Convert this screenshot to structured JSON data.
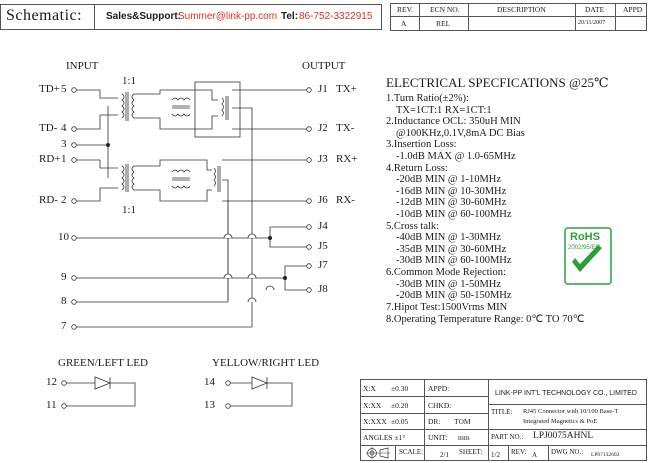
{
  "header": {
    "schematic_label": "Schematic:",
    "support_label": "Sales&Support:",
    "support_email": "Summer@link-pp.com",
    "tel_label": "Tel:",
    "tel_number": "86-752-3322915",
    "colors": {
      "email": "#e0301e",
      "tel": "#e0301e"
    }
  },
  "revision_table": {
    "headers": [
      "REV.",
      "ECN NO.",
      "DESCRIPTION",
      "DATE",
      "APPD"
    ],
    "row": [
      "A",
      "REL",
      "",
      "20/11/2007",
      ""
    ]
  },
  "schematic": {
    "input_label": "INPUT",
    "output_label": "OUTPUT",
    "ratio_top": "1:1",
    "ratio_bottom": "1:1",
    "left_pins": [
      {
        "name": "TD+",
        "num": "5"
      },
      {
        "name": "TD-",
        "num": "4"
      },
      {
        "name": "",
        "num": "3"
      },
      {
        "name": "RD+",
        "num": "1"
      },
      {
        "name": "RD-",
        "num": "2"
      },
      {
        "name": "",
        "num": "10"
      },
      {
        "name": "",
        "num": "9"
      },
      {
        "name": "",
        "num": "8"
      },
      {
        "name": "",
        "num": "7"
      }
    ],
    "right_pins": [
      {
        "name": "J1",
        "signal": "TX+"
      },
      {
        "name": "J2",
        "signal": "TX-"
      },
      {
        "name": "J3",
        "signal": "RX+"
      },
      {
        "name": "J6",
        "signal": "RX-"
      },
      {
        "name": "J4",
        "signal": ""
      },
      {
        "name": "J5",
        "signal": ""
      },
      {
        "name": "J7",
        "signal": ""
      },
      {
        "name": "J8",
        "signal": ""
      }
    ]
  },
  "leds": {
    "green_label": "GREEN/LEFT LED",
    "yellow_label": "YELLOW/RIGHT LED",
    "green_pins": [
      "12",
      "11"
    ],
    "yellow_pins": [
      "14",
      "13"
    ]
  },
  "specs": {
    "title": "ELECTRICAL SPECFICATIONS @25℃",
    "lines": [
      "1.Turn Ratio(±2%):",
      "  TX=1CT:1        RX=1CT:1",
      "2.Inductance OCL: 350uH MIN",
      "  @100KHz,0.1V,8mA DC Bias",
      "3.Insertion Loss:",
      "  -1.0dB MAX @ 1.0-65MHz",
      "4.Return Loss:",
      "  -20dB MIN @ 1-10MHz",
      "  -16dB MIN @ 10-30MHz",
      "  -12dB MIN @ 30-60MHz",
      "  -10dB MIN @ 60-100MHz",
      "5.Cross talk:",
      "  -40dB MIN @ 1-30MHz",
      "  -35dB MIN @ 30-60MHz",
      "  -30dB MIN @ 60-100MHz",
      "6.Common Mode Rejection:",
      "  -30dB MIN @ 1-50MHz",
      "  -20dB MIN @ 50-150MHz",
      "7.Hipot Test:1500Vrms MIN",
      "8.Operating Temperature Range: 0℃ TO 70℃"
    ]
  },
  "rohs": {
    "label": "RoHS",
    "sub": "2002/95/EC",
    "colors": {
      "green": "#2e9e3a"
    }
  },
  "title_block": {
    "tol_x": "X:X",
    "tol_x_val": "±0.30",
    "tol_xx": "X:XX",
    "tol_xx_val": "±0.20",
    "tol_xxx": "X:XXX",
    "tol_xxx_val": "±0.05",
    "angles": "ANGLES ±1°",
    "appd_label": "APPD:",
    "chkd_label": "CHKD:",
    "dr_label": "DR:",
    "dr_value": "TOM",
    "unit_label": "UNIT:",
    "unit_value": "mm",
    "company": "LINK-PP INT'L TECHNOLOGY CO., LIMITED",
    "title_label": "TITLE:",
    "title_line1": "RJ45 Connector with 10/100 Base-T",
    "title_line2": "Integrated Magnetics & PoE",
    "part_label": "PART NO.:",
    "part_value": "LPJ0075AHNL",
    "scale_label": "SCALE:",
    "scale_value": "2/1",
    "sheet_label": "SHEET:",
    "sheet_value": "1/2",
    "rev_label": "REV:",
    "rev_value": "A",
    "dwg_label": "DWG NO.:",
    "dwg_value": "LP07132602"
  }
}
